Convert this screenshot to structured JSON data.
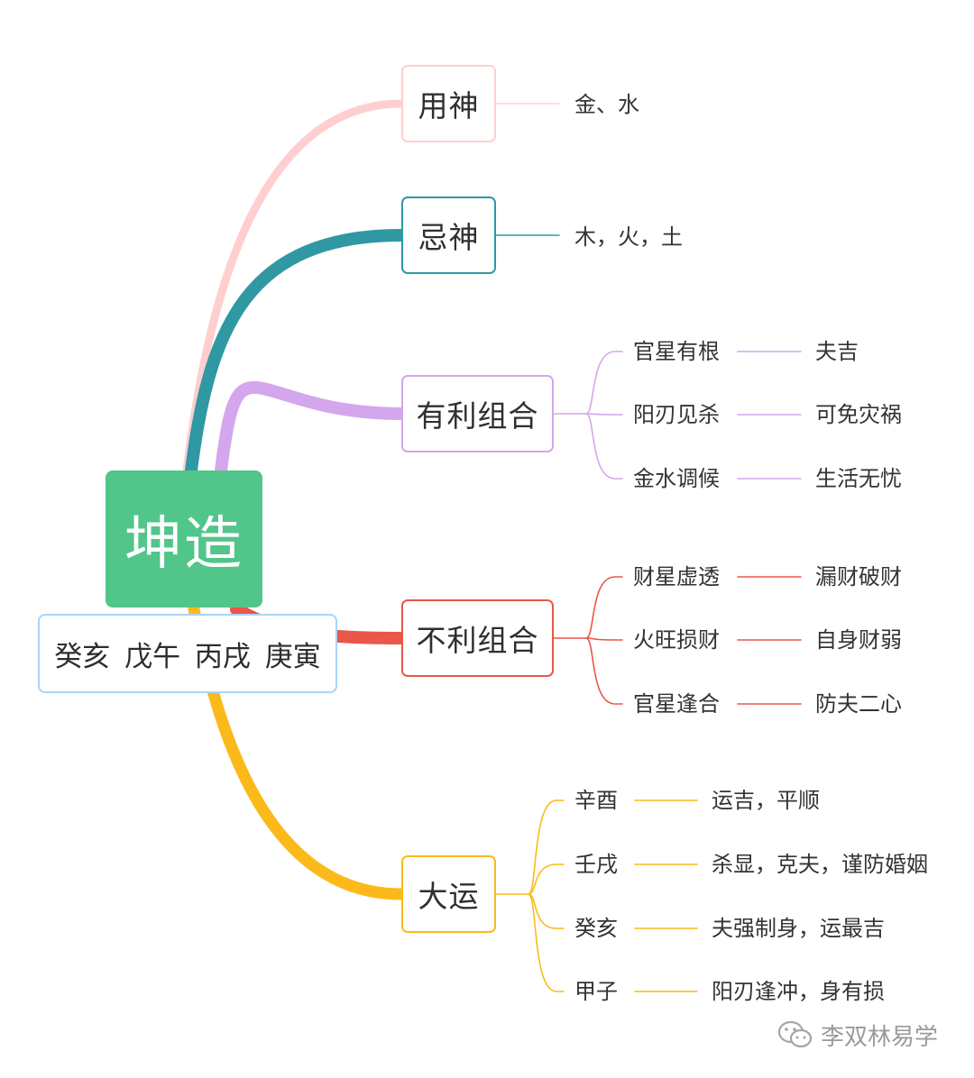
{
  "root": {
    "title": "坤造",
    "pillars": "癸亥 戊午 丙戌 庚寅",
    "color": "#52c58a"
  },
  "branches": [
    {
      "label": "用神",
      "color": "#ffcfcf",
      "items": [
        {
          "text": "金、水"
        }
      ]
    },
    {
      "label": "忌神",
      "color": "#2f98a3",
      "items": [
        {
          "text": "木，火，土"
        }
      ]
    },
    {
      "label": "有利组合",
      "color": "#d4a6ec",
      "items": [
        {
          "text": "官星有根",
          "result": "夫吉"
        },
        {
          "text": "阳刃见杀",
          "result": "可免灾祸"
        },
        {
          "text": "金水调候",
          "result": "生活无忧"
        }
      ]
    },
    {
      "label": "不利组合",
      "color": "#e8574a",
      "items": [
        {
          "text": "财星虚透",
          "result": "漏财破财"
        },
        {
          "text": "火旺损财",
          "result": "自身财弱"
        },
        {
          "text": "官星逢合",
          "result": "防夫二心"
        }
      ]
    },
    {
      "label": "大运",
      "color": "#fbba1a",
      "items": [
        {
          "text": "辛酉",
          "result": "运吉，平顺"
        },
        {
          "text": "壬戌",
          "result": "杀显，克夫，谨防婚姻"
        },
        {
          "text": "癸亥",
          "result": "夫强制身，运最吉"
        },
        {
          "text": "甲子",
          "result": "阳刃逢冲，身有损"
        }
      ]
    }
  ],
  "watermark": {
    "text": "李双林易学",
    "icon": "wechat-icon"
  }
}
